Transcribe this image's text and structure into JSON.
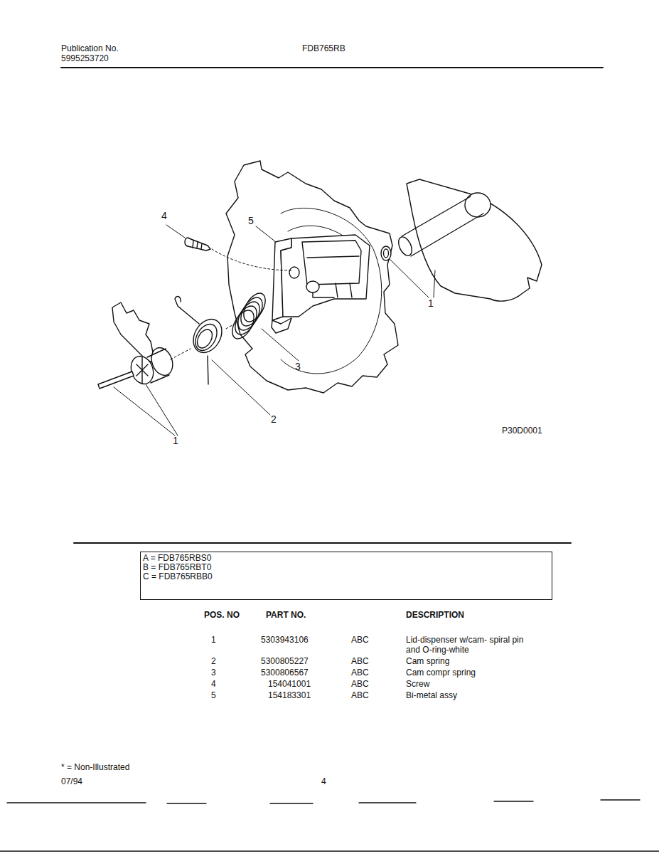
{
  "diagram": {
    "nodes": [
      {
        "text": [
          "A = FDB765RBS0",
          "B = FDB765RBT0",
          "C = FDB765RBB0"
        ]
      }
    ],
    "edges": [],
    "labels": [
      "Publication No.",
      "5995253720",
      "FDB765RB",
      "4",
      "5",
      "1",
      "3",
      "2",
      "1",
      "P30D0001",
      "POS. NO",
      "PART NO.",
      "DESCRIPTION",
      "1",
      "5303943106",
      "ABC",
      "Lid-dispenser w/cam- spiral pin and O-ring-white",
      "2",
      "5300805227",
      "ABC",
      "Cam spring",
      "3",
      "5300806567",
      "ABC",
      "Cam compr spring",
      "4",
      "154041001",
      "ABC",
      "Screw",
      "5",
      "154183301",
      "ABC",
      "Bi-metal assy",
      "* = Non-Illustrated",
      "07/94",
      "4"
    ]
  }
}
